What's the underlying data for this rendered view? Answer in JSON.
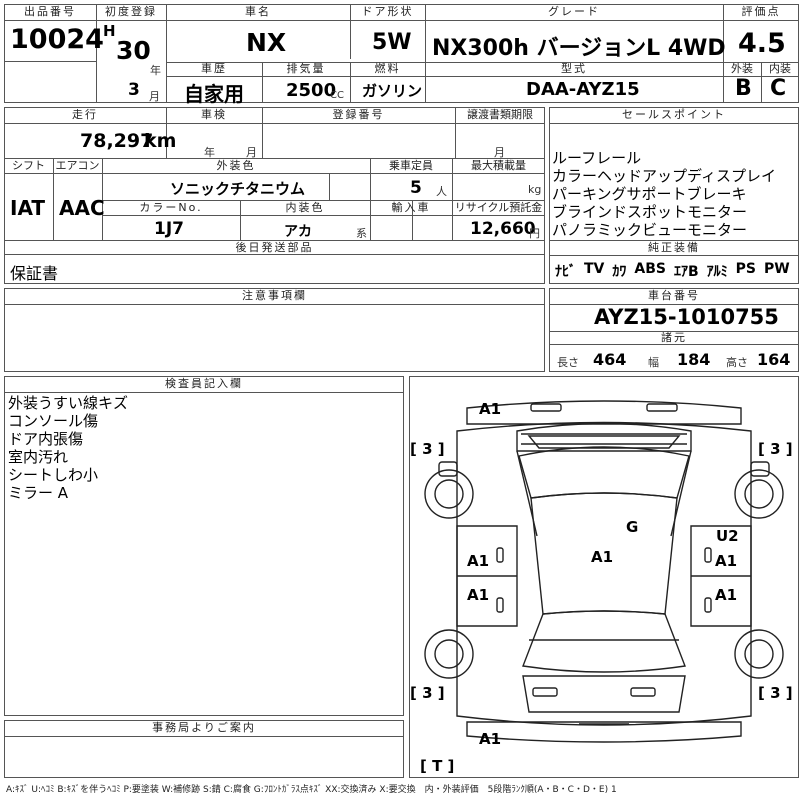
{
  "h": {
    "stock_no": "出品番号",
    "first_reg": "初度登録",
    "car_name": "車名",
    "door_type": "ドア形状",
    "grade": "グレード",
    "score": "評価点",
    "history": "車歴",
    "displacement": "排気量",
    "fuel": "燃料",
    "model_type": "型式",
    "exterior": "外装",
    "interior": "内装",
    "mileage": "走行",
    "inspection": "車検",
    "reg_no": "登録番号",
    "transfer": "譲渡書類期限",
    "sales_points": "セールスポイント",
    "shift": "シフト",
    "aircon": "エアコン",
    "ext_color": "外装色",
    "capacity": "乗車定員",
    "max_load": "最大積載量",
    "color_no": "カラーNo.",
    "int_color": "内装色",
    "import": "輸入車",
    "recycle": "リサイクル預託金",
    "later_parts": "後日発送部品",
    "genuine": "純正装備",
    "notes": "注意事項欄",
    "chassis": "車台番号",
    "specs": "諸元",
    "inspector": "検査員記入欄",
    "office": "事務局よりご案内"
  },
  "u": {
    "era": "H",
    "year_unit": "年",
    "month_unit": "月",
    "cc": "CC",
    "km": "km",
    "persons": "人",
    "kg": "kg",
    "kei": "系",
    "yen": "円",
    "year_label": "年",
    "month_label": "月",
    "length": "長さ",
    "width": "幅",
    "height": "高さ"
  },
  "v": {
    "stock_no": "10024",
    "year": "30",
    "month": "3",
    "car_name": "NX",
    "door_type": "5W",
    "grade": "NX300h バージョンL 4WD",
    "score": "4.5",
    "history": "自家用",
    "displacement": "2500",
    "fuel": "ガソリン",
    "model_type": "DAA-AYZ15",
    "exterior": "B",
    "interior": "C",
    "mileage": "78,297",
    "shift": "IAT",
    "aircon": "AAC",
    "ext_color": "ソニックチタニウム",
    "capacity": "5",
    "color_no": "1J7",
    "int_color": "アカ",
    "recycle": "12,660",
    "later_parts": "保証書",
    "chassis": "AYZ15-1010755",
    "length": "464",
    "width": "184",
    "height": "164"
  },
  "sales_points": [
    "ルーフレール",
    "カラーヘッドアップディスプレイ",
    "パーキングサポートブレーキ",
    "ブラインドスポットモニター",
    "パノラミックビューモニター"
  ],
  "equipment": [
    "ﾅﾋﾞ",
    "TV",
    "ｶﾜ",
    "ABS",
    "ｴｱB",
    "ｱﾙﾐ",
    "PS",
    "PW"
  ],
  "inspector_notes": [
    "外装うすい線キズ",
    "コンソール傷",
    "ドア内張傷",
    "室内汚れ",
    "シートしわ小",
    "ミラー A"
  ],
  "marks": {
    "front_a1": "A1",
    "br_left_top": "[ 3 ]",
    "br_right_top": "[ 3 ]",
    "g": "G",
    "u2": "U2",
    "left_door_a1": "A1",
    "left_door_a1b": "A1",
    "center_a1": "A1",
    "right_door_a1": "A1",
    "right_door_a1b": "A1",
    "br_left_bot": "[ 3 ]",
    "br_right_bot": "[ 3 ]",
    "rear_a1": "A1",
    "br_rear": "[ T ]"
  },
  "legend": "A:ｷｽﾞ U:ﾍｺﾐ B:ｷｽﾞを伴うﾍｺﾐ P:要塗装 W:補修跡 S:錆 C:腐食 G:ﾌﾛﾝﾄｶﾞﾗｽ点ｷｽﾞ XX:交換済み X:要交換　内・外装評価　5段階ﾗﾝｸ順(A・B・C・D・E) 1"
}
